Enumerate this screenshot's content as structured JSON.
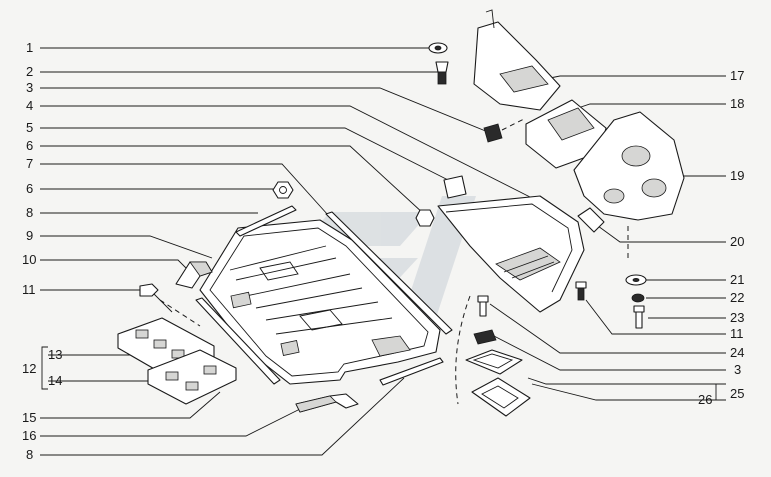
{
  "callouts": {
    "c1": "1",
    "c2": "2",
    "c3a": "3",
    "c4": "4",
    "c5": "5",
    "c6a": "6",
    "c7": "7",
    "c6b": "6",
    "c8a": "8",
    "c9": "9",
    "c10": "10",
    "c11a": "11",
    "c12": "12",
    "c13": "13",
    "c14": "14",
    "c15": "15",
    "c16": "16",
    "c8b": "8",
    "c17": "17",
    "c18": "18",
    "c19": "19",
    "c20": "20",
    "c21": "21",
    "c22": "22",
    "c23": "23",
    "c11b": "11",
    "c24": "24",
    "c3b": "3",
    "c26": "26",
    "c25": "25"
  },
  "colors": {
    "line": "#1a1a1a",
    "watermark": "#c9cfd6",
    "background": "#f5f5f3"
  }
}
